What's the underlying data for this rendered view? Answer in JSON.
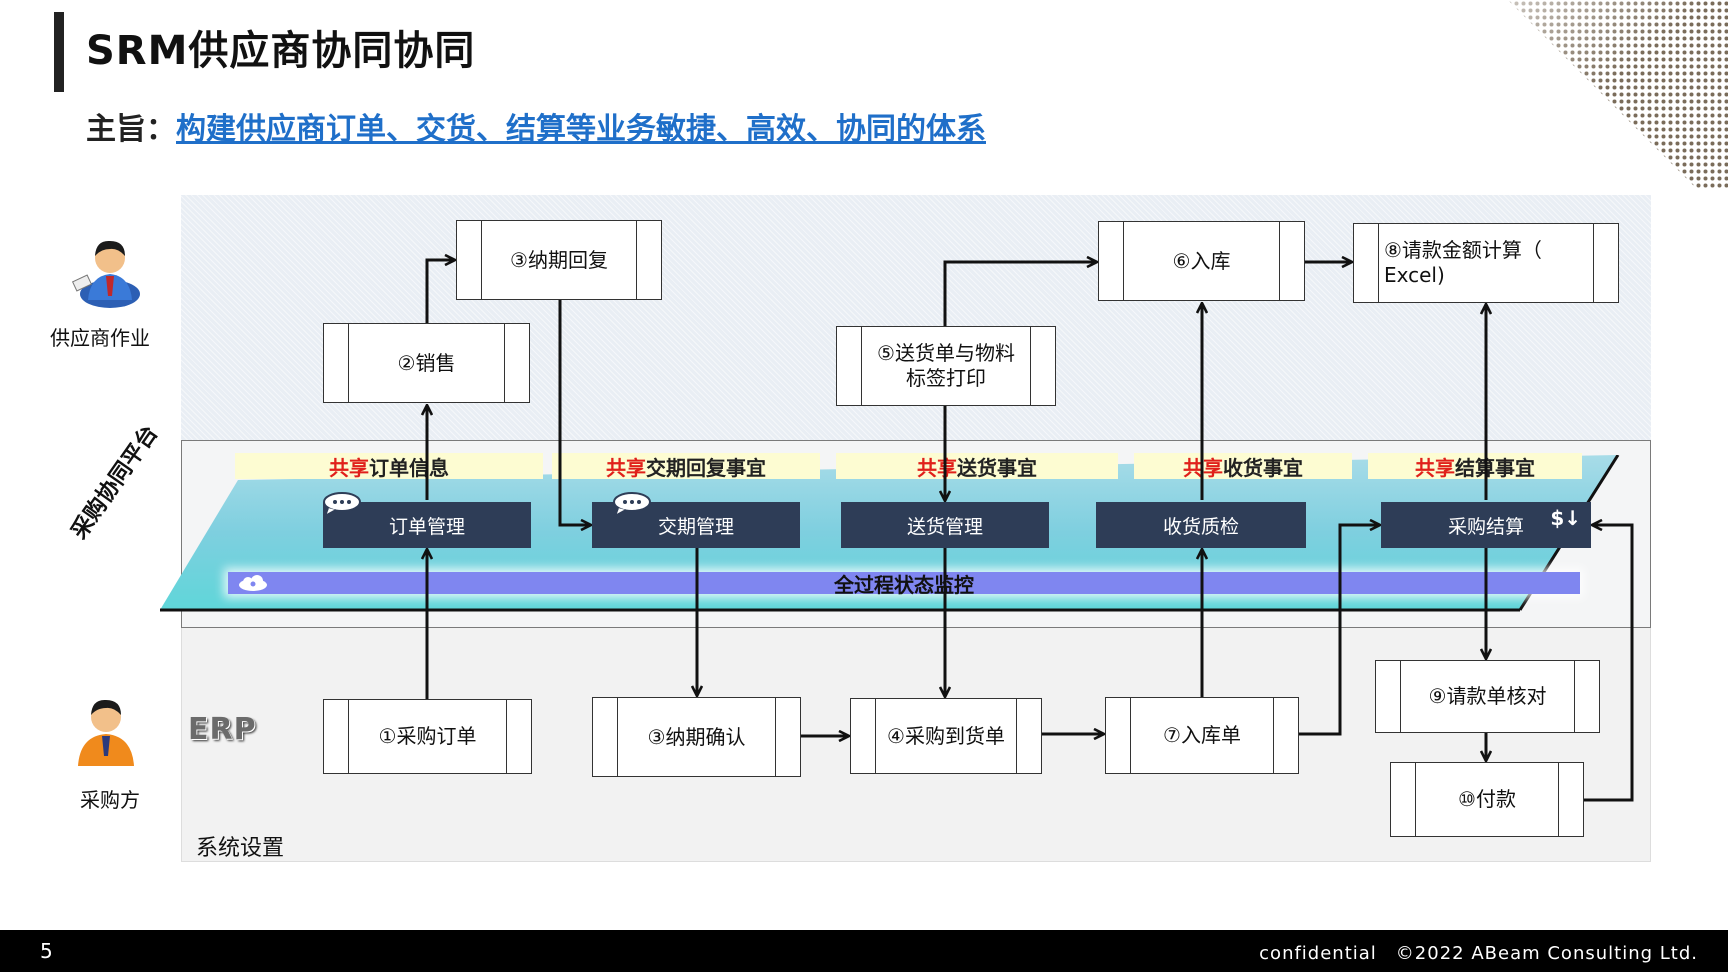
{
  "title": "SRM供应商协同协同",
  "subtitle": {
    "prefix": "主旨：",
    "link": "构建供应商订单、交货、结算等业务敏捷、高效、协同的体系"
  },
  "lanes": {
    "supplier": "供应商作业",
    "platform": "采购协同平台",
    "buyer": "采购方",
    "erp_logo": "ERP",
    "system_settings": "系统设置"
  },
  "supplier_boxes": {
    "sales": "②销售",
    "due_reply": "③纳期回复",
    "delivery_print_l1": "⑤送货单与物料",
    "delivery_print_l2": "标签打印",
    "stock_in": "⑥入库",
    "invoice_calc_l1": "⑧请款金额计算（",
    "invoice_calc_l2": "Excel)"
  },
  "share_bars": [
    {
      "red": "共享",
      "text": "订单信息"
    },
    {
      "red": "共享",
      "text": "交期回复事宜"
    },
    {
      "red": "共享",
      "text": "送货事宜"
    },
    {
      "red": "共享",
      "text": "收货事宜"
    },
    {
      "red": "共享",
      "text": "结算事宜"
    }
  ],
  "modules": {
    "order_mgmt": "订单管理",
    "delivery_period_mgmt": "交期管理",
    "shipping_mgmt": "送货管理",
    "receiving_qc": "收货质检",
    "purchase_settlement": "采购结算",
    "settlement_symbol": "$↓"
  },
  "monitor": "全过程状态监控",
  "erp_boxes": {
    "purchase_order": "①采购订单",
    "due_confirm": "③纳期确认",
    "arrival_note": "④采购到货单",
    "stock_in_note": "⑦入库单",
    "invoice_check": "⑨请款单核对",
    "payment": "⑩付款"
  },
  "footer": {
    "page": "5",
    "confidential": "confidential　©2022 ABeam Consulting Ltd."
  },
  "colors": {
    "link": "#1f6fc9",
    "share_red": "#e0201a",
    "module_bg": "#2e3d57",
    "platform_cyan": "#7ecfdf",
    "monitor_purple": "#7f86f0"
  }
}
